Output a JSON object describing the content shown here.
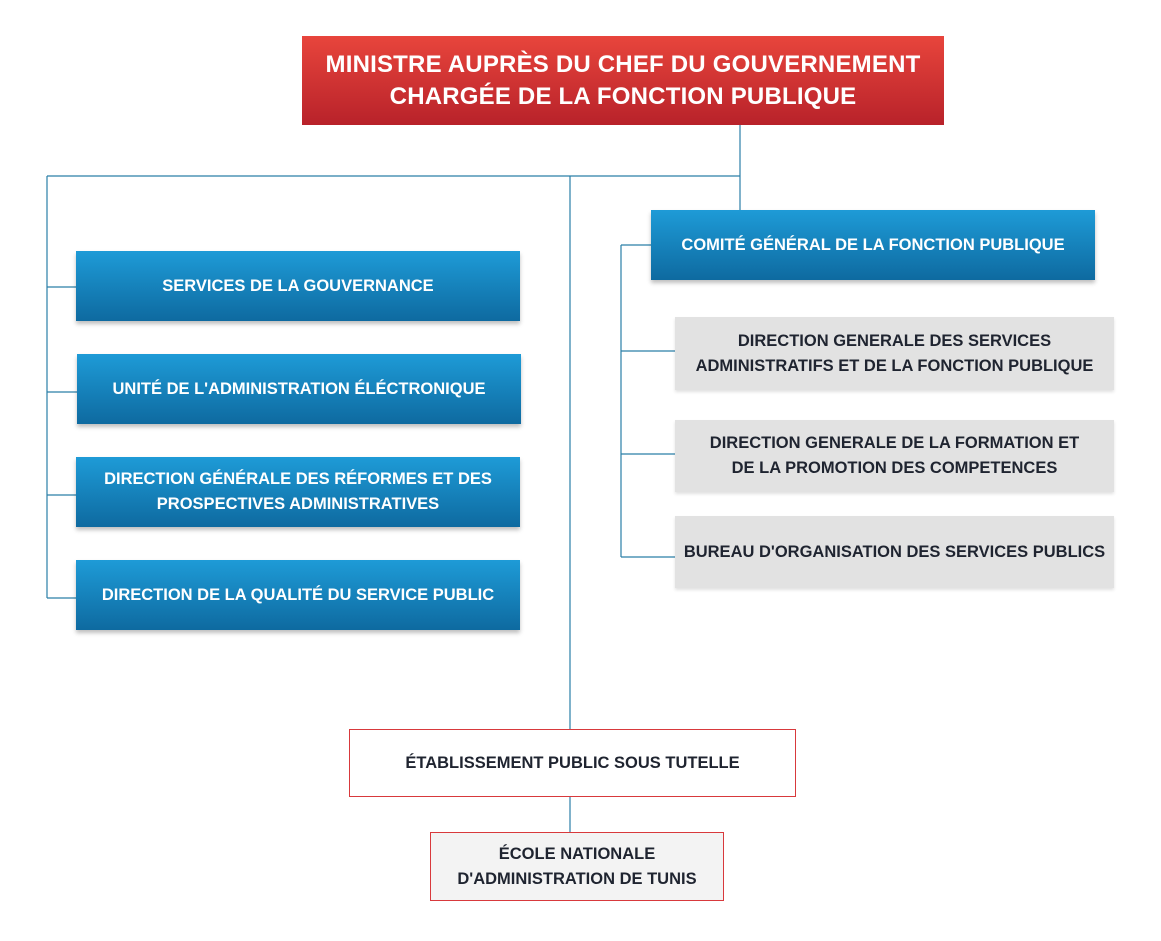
{
  "ministry": {
    "title": "MINISTRE AUPRÈS DU CHEF DU GOUVERNEMENT\nCHARGÉE DE LA FONCTION PUBLIQUE"
  },
  "left_units": [
    {
      "label": "SERVICES DE LA GOUVERNANCE"
    },
    {
      "label": "UNITÉ DE L'ADMINISTRATION ÉLÉCTRONIQUE"
    },
    {
      "label": "DIRECTION GÉNÉRALE DES RÉFORMES ET DES\nPROSPECTIVES ADMINISTRATIVES"
    },
    {
      "label": "DIRECTION DE LA QUALITÉ DU SERVICE PUBLIC"
    }
  ],
  "committee": {
    "label": "COMITÉ GÉNÉRAL DE LA FONCTION PUBLIQUE"
  },
  "committee_units": [
    {
      "label": "DIRECTION GENERALE DES SERVICES\nADMINISTRATIFS   ET DE LA FONCTION PUBLIQUE"
    },
    {
      "label": "DIRECTION GENERALE DE LA FORMATION ET\nDE LA PROMOTION DES COMPETENCES"
    },
    {
      "label": "BUREAU D'ORGANISATION DES SERVICES PUBLICS"
    }
  ],
  "public_establishment": {
    "label": "ÉTABLISSEMENT PUBLIC SOUS TUTELLE"
  },
  "school": {
    "label": "ÉCOLE NATIONALE\nD'ADMINISTRATION DE TUNIS"
  },
  "colors": {
    "connector": "#2a7fa8",
    "red": "#c8282e",
    "blue": "#127fba",
    "grey": "#e2e2e2"
  }
}
